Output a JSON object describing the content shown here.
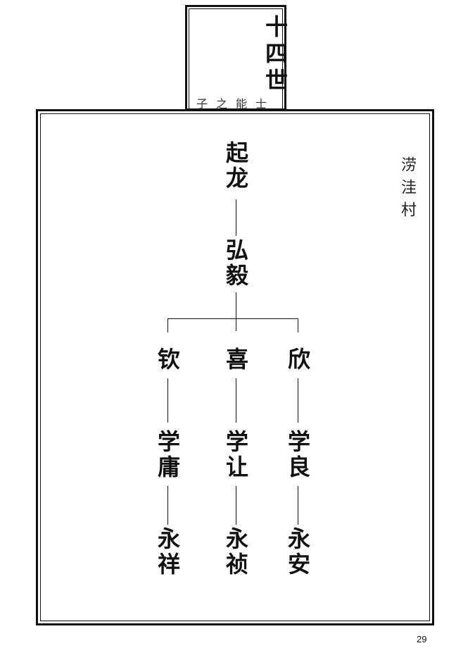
{
  "generation": {
    "title": "十四世",
    "subtitle": "子之能士"
  },
  "village": "涝洼村",
  "tree": {
    "root": "起龙",
    "second": "弘毅",
    "children": [
      {
        "name": "钦",
        "son": "学庸",
        "grandson": "永祥"
      },
      {
        "name": "喜",
        "son": "学让",
        "grandson": "永祯"
      },
      {
        "name": "欣",
        "son": "学良",
        "grandson": "永安"
      }
    ]
  },
  "page_number": "29"
}
